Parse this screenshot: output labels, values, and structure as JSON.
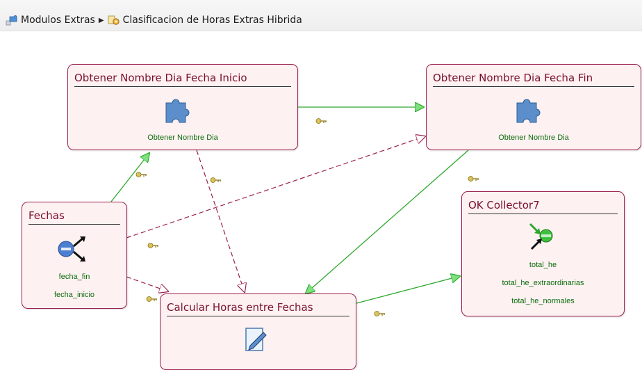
{
  "breadcrumb": {
    "root": "Modulos Extras",
    "separator": "▶",
    "current": "Clasificacion de Horas Extras Hibrida",
    "root_icon": "module-icon",
    "current_icon": "process-icon"
  },
  "nodes": {
    "inicio": {
      "title": "Obtener Nombre Dia Fecha Inicio",
      "subtitle": "Obtener Nombre Dia",
      "icon": "puzzle-icon"
    },
    "fin": {
      "title": "Obtener Nombre Dia Fecha Fin",
      "subtitle": "Obtener Nombre Dia",
      "icon": "puzzle-icon"
    },
    "fechas": {
      "title": "Fechas",
      "outputs": [
        "fecha_fin",
        "fecha_inicio"
      ],
      "icon": "split-icon"
    },
    "collector": {
      "title": "OK Collector7",
      "outputs": [
        "total_he",
        "total_he_extraordinarias",
        "total_he_normales"
      ],
      "icon": "collector-icon"
    },
    "calcular": {
      "title": "Calcular Horas entre Fechas",
      "icon": "edit-form-icon"
    }
  },
  "colors": {
    "node_border": "#9c1f4f",
    "node_fill": "#fdf1f1",
    "title_text": "#7a0f2e",
    "output_text": "#0e6d0e",
    "flow_link": "#2ea82e",
    "data_link": "#9c1f4f"
  }
}
